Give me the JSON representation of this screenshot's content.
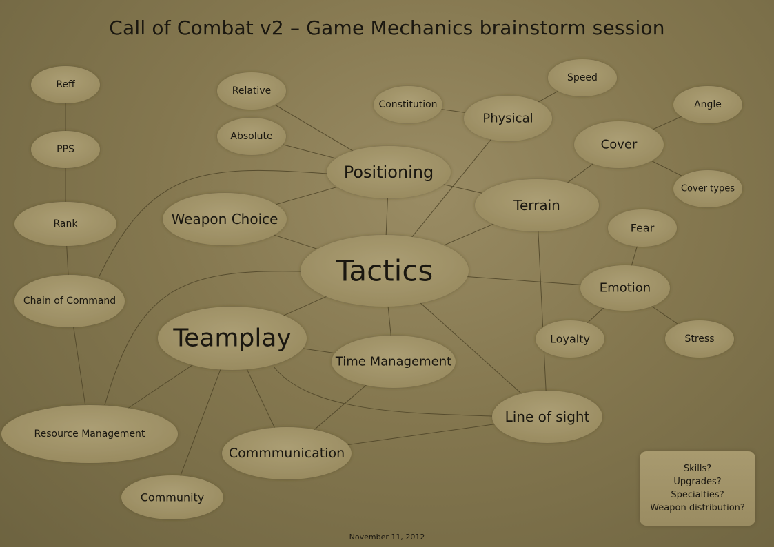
{
  "title": "Call of Combat v2 – Game Mechanics brainstorm session",
  "date": "November 11, 2012",
  "note_lines": [
    "Skills?",
    "Upgrades?",
    "Specialties?",
    "Weapon distribution?"
  ],
  "nodes": [
    {
      "id": "tactics",
      "label": "Tactics"
    },
    {
      "id": "teamplay",
      "label": "Teamplay"
    },
    {
      "id": "positioning",
      "label": "Positioning"
    },
    {
      "id": "weapon-choice",
      "label": "Weapon Choice"
    },
    {
      "id": "terrain",
      "label": "Terrain"
    },
    {
      "id": "physical",
      "label": "Physical"
    },
    {
      "id": "emotion",
      "label": "Emotion"
    },
    {
      "id": "time-management",
      "label": "Time Management"
    },
    {
      "id": "line-of-sight",
      "label": "Line of sight"
    },
    {
      "id": "communication",
      "label": "Commmunication"
    },
    {
      "id": "resource-management",
      "label": "Resource Management"
    },
    {
      "id": "community",
      "label": "Community"
    },
    {
      "id": "chain-of-command",
      "label": "Chain of Command"
    },
    {
      "id": "rank",
      "label": "Rank"
    },
    {
      "id": "pps",
      "label": "PPS"
    },
    {
      "id": "reff",
      "label": "Reff"
    },
    {
      "id": "relative",
      "label": "Relative"
    },
    {
      "id": "absolute",
      "label": "Absolute"
    },
    {
      "id": "constitution",
      "label": "Constitution"
    },
    {
      "id": "speed",
      "label": "Speed"
    },
    {
      "id": "cover",
      "label": "Cover"
    },
    {
      "id": "angle",
      "label": "Angle"
    },
    {
      "id": "cover-types",
      "label": "Cover types"
    },
    {
      "id": "fear",
      "label": "Fear"
    },
    {
      "id": "loyalty",
      "label": "Loyalty"
    },
    {
      "id": "stress",
      "label": "Stress"
    }
  ],
  "edges": [
    [
      "tactics",
      "positioning"
    ],
    [
      "tactics",
      "weapon-choice"
    ],
    [
      "tactics",
      "teamplay"
    ],
    [
      "tactics",
      "time-management"
    ],
    [
      "tactics",
      "terrain"
    ],
    [
      "tactics",
      "physical"
    ],
    [
      "tactics",
      "emotion"
    ],
    [
      "tactics",
      "line-of-sight"
    ],
    [
      "tactics",
      "resource-management"
    ],
    [
      "positioning",
      "relative"
    ],
    [
      "positioning",
      "absolute"
    ],
    [
      "positioning",
      "weapon-choice"
    ],
    [
      "positioning",
      "terrain"
    ],
    [
      "positioning",
      "chain-of-command"
    ],
    [
      "physical",
      "constitution"
    ],
    [
      "physical",
      "speed"
    ],
    [
      "terrain",
      "cover"
    ],
    [
      "terrain",
      "line-of-sight"
    ],
    [
      "cover",
      "angle"
    ],
    [
      "cover",
      "cover-types"
    ],
    [
      "emotion",
      "fear"
    ],
    [
      "emotion",
      "loyalty"
    ],
    [
      "emotion",
      "stress"
    ],
    [
      "teamplay",
      "time-management"
    ],
    [
      "teamplay",
      "communication"
    ],
    [
      "teamplay",
      "resource-management"
    ],
    [
      "teamplay",
      "community"
    ],
    [
      "teamplay",
      "line-of-sight"
    ],
    [
      "time-management",
      "communication"
    ],
    [
      "communication",
      "line-of-sight"
    ],
    [
      "chain-of-command",
      "rank"
    ],
    [
      "chain-of-command",
      "resource-management"
    ],
    [
      "rank",
      "pps"
    ],
    [
      "pps",
      "reff"
    ]
  ]
}
